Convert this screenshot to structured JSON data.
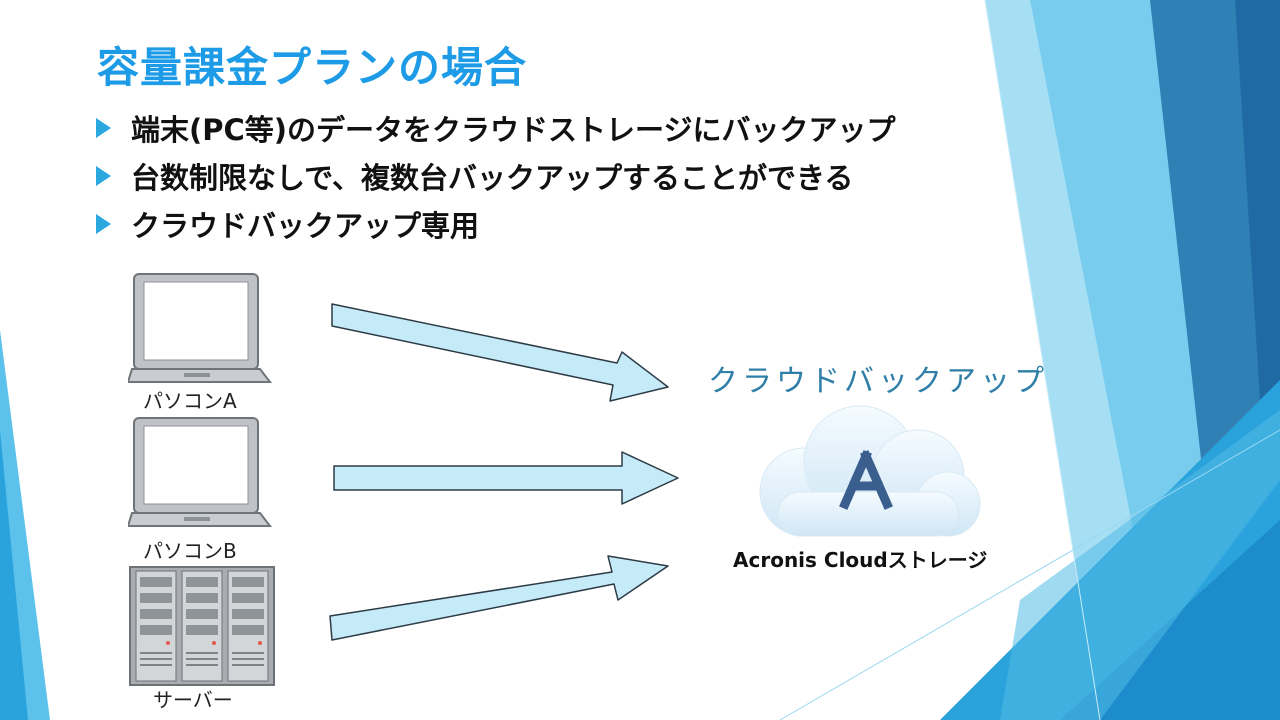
{
  "slide": {
    "title": "容量課金プランの場合",
    "bullets": [
      "端末(PC等)のデータをクラウドストレージにバックアップ",
      "台数制限なしで、複数台バックアップすることができる",
      "クラウドバックアップ専用"
    ]
  },
  "devices": [
    {
      "label": "パソコンA",
      "icon": "laptop-icon"
    },
    {
      "label": "パソコンB",
      "icon": "laptop-icon"
    },
    {
      "label": "サーバー",
      "icon": "server-rack-icon"
    }
  ],
  "cloud": {
    "caption": "クラウドバックアップ",
    "logo_letter": "A",
    "label": "Acronis Cloudストレージ",
    "icon": "cloud-icon"
  },
  "colors": {
    "title": "#1e9be6",
    "bullet_marker": "#29a8e0",
    "arrow_fill": "#c5eaf8",
    "arrow_stroke": "#2d3b45",
    "cloud_caption": "#2f7fa8",
    "logo": "#3a5f8e"
  }
}
